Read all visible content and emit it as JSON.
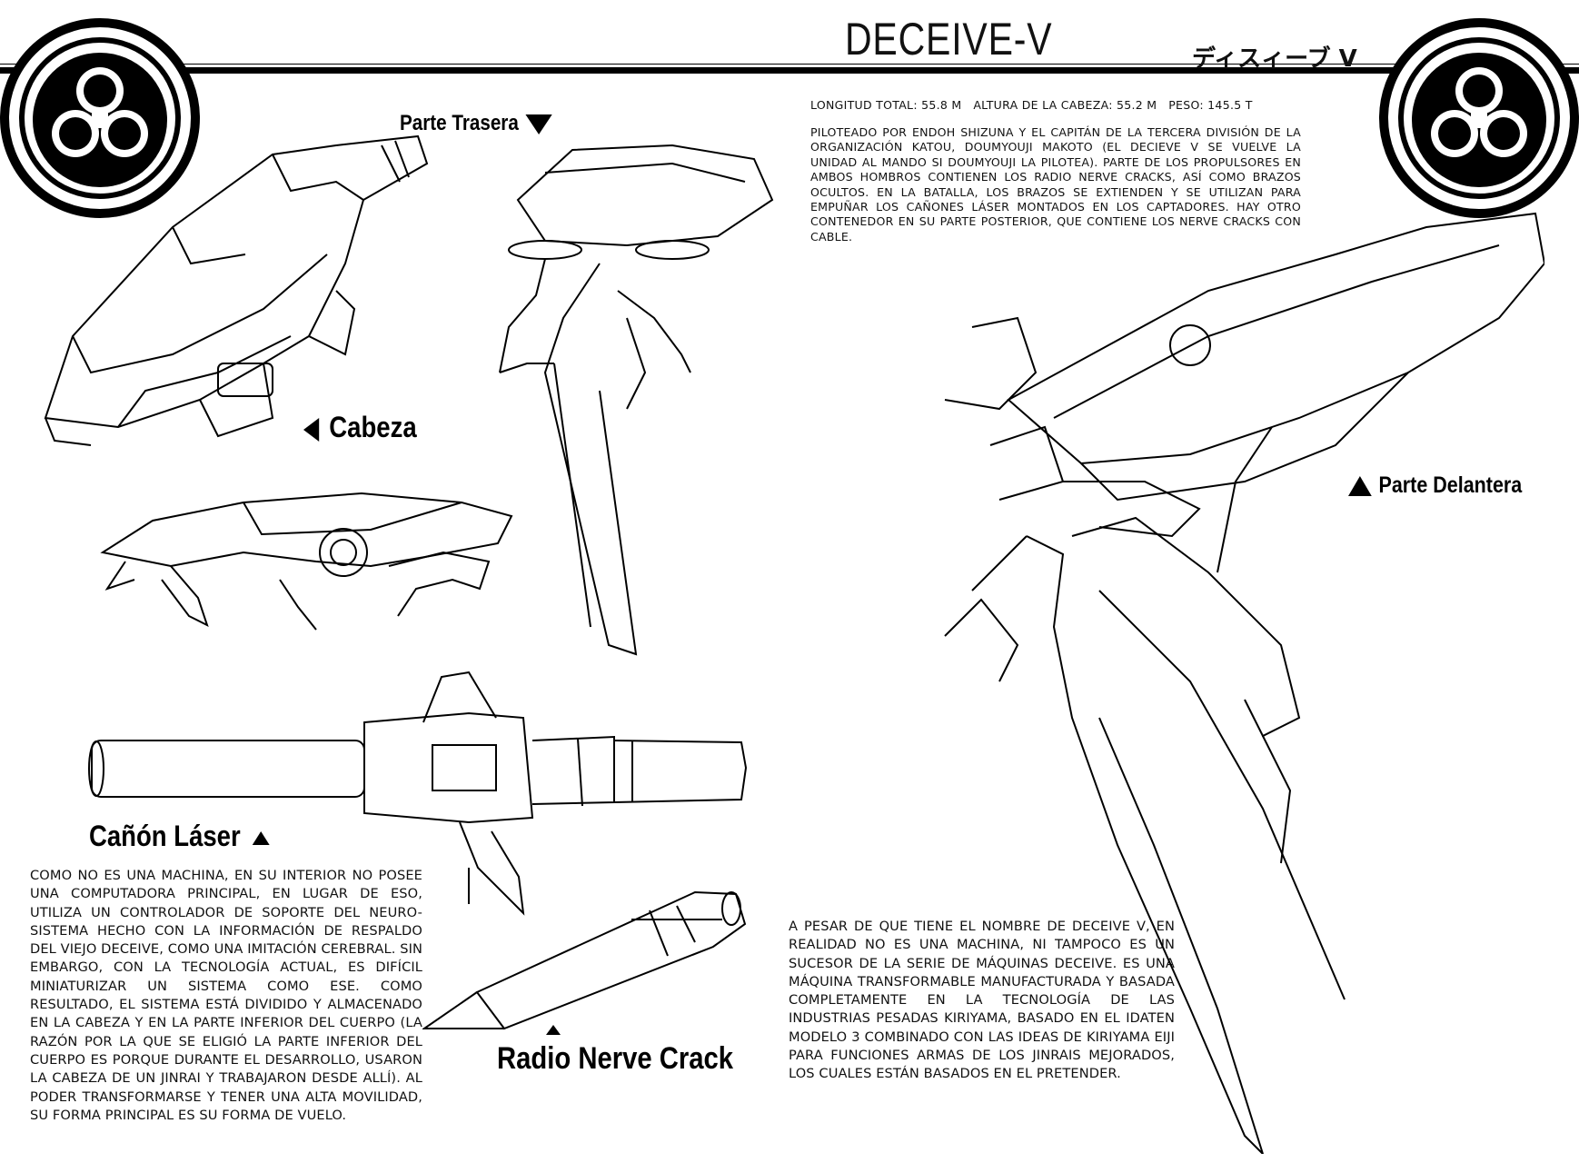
{
  "header": {
    "title": "DECEIVE-V",
    "subtitle": "ディスィーブ V",
    "emblem_icon": "triskelion-emblem-icon"
  },
  "labels": {
    "rear": "Parte Trasera",
    "head": "Cabeza",
    "front": "Parte Delantera",
    "cannon": "Cañón Láser",
    "crack": "Radio Nerve Crack"
  },
  "stats": "LONGITUD TOTAL: 55.8 M   ALTURA DE LA CABEZA: 55.2 M   PESO: 145.5 T",
  "descriptions": {
    "top": "PILOTEADO POR ENDOH SHIZUNA Y EL CAPITÁN DE LA TERCERA DIVISIÓN DE LA ORGANIZACIÓN KATOU, DOUMYOUJI MAKOTO (EL DECIEVE V SE VUELVE LA UNIDAD AL MANDO SI DOUMYOUJI LA PILOTEA). PARTE DE LOS PROPULSORES EN AMBOS HOMBROS CONTIENEN LOS RADIO NERVE CRACKS, ASÍ COMO BRAZOS OCULTOS. EN LA BATALLA, LOS BRAZOS SE EXTIENDEN Y SE UTILIZAN PARA EMPUÑAR LOS CAÑONES LÁSER MONTADOS EN LOS CAPTADORES. HAY OTRO CONTENEDOR EN SU PARTE POSTERIOR, QUE CONTIENE LOS NERVE CRACKS CON CABLE.",
    "left": "COMO NO ES UNA MACHINA, EN SU INTERIOR NO POSEE UNA COMPUTADORA PRINCIPAL, EN LUGAR DE ESO, UTILIZA UN CONTROLADOR DE SOPORTE DEL NEURO-SISTEMA HECHO CON LA INFORMACIÓN DE RESPALDO DEL VIEJO DECEIVE, COMO UNA IMITACIÓN CEREBRAL. SIN EMBARGO, CON LA TECNOLOGÍA ACTUAL, ES DIFÍCIL MINIATURIZAR UN SISTEMA COMO ESE. COMO RESULTADO, EL SISTEMA ESTÁ DIVIDIDO Y ALMACENADO EN LA CABEZA Y EN LA PARTE INFERIOR DEL CUERPO (LA RAZÓN POR LA QUE SE ELIGIÓ LA PARTE INFERIOR DEL CUERPO ES PORQUE DURANTE EL DESARROLLO, USARON LA CABEZA DE UN JINRAI Y TRABAJARON DESDE ALLÍ). AL PODER TRANSFORMARSE Y TENER UNA ALTA MOVILIDAD, SU FORMA PRINCIPAL ES SU FORMA DE VUELO.",
    "right": "A PESAR DE QUE TIENE EL NOMBRE DE DECEIVE V, EN REALIDAD NO ES UNA MACHINA, NI TAMPOCO ES UN SUCESOR DE LA SERIE DE MÁQUINAS DECEIVE. ES UNA MÁQUINA TRANSFORMABLE MANUFACTURADA Y BASADA COMPLETAMENTE EN LA TECNOLOGÍA DE LAS INDUSTRIAS PESADAS KIRIYAMA, BASADO EN EL IDATEN MODELO 3 COMBINADO CON LAS IDEAS DE KIRIYAMA EIJI PARA FUNCIONES ARMAS DE LOS JINRAIS MEJORADOS, LOS CUALES ESTÁN BASADOS EN EL PRETENDER."
  }
}
